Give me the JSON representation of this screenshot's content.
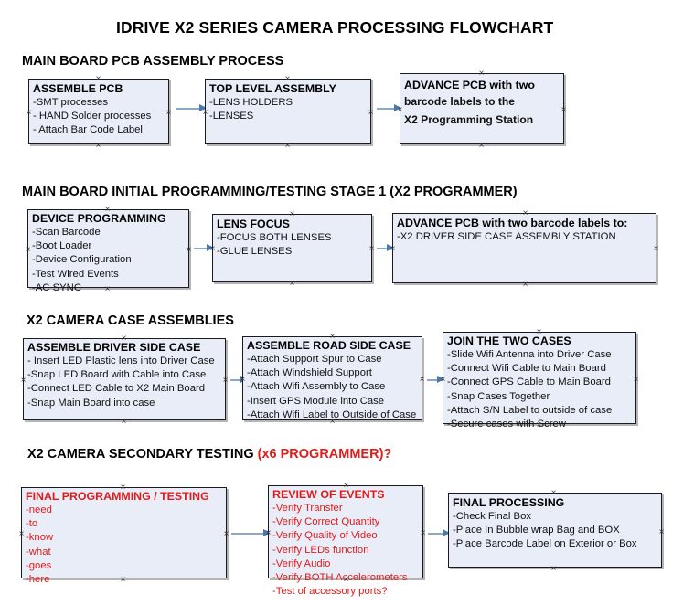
{
  "title": "IDRIVE X2  SERIES CAMERA PROCESSING FLOWCHART",
  "colors": {
    "box_fill": "#e8edf7",
    "box_border": "#1b1b1b",
    "arrow_line": "#8ca8c4",
    "arrow_head": "#4a77ad",
    "text": "#000000",
    "red_text": "#e01b1b"
  },
  "sections": [
    {
      "heading": "MAIN BOARD PCB ASSEMBLY PROCESS",
      "heading_suffix": "",
      "boxes": [
        {
          "title": "ASSEMBLE PCB",
          "lines": [
            "-SMT processes",
            "- HAND Solder processes",
            "- Attach Bar Code Label"
          ]
        },
        {
          "title": "TOP LEVEL ASSEMBLY",
          "lines": [
            "-LENS HOLDERS",
            "-LENSES"
          ]
        },
        {
          "title": "ADVANCE PCB with two",
          "lines": [
            "barcode labels to the",
            " X2 Programming Station"
          ]
        }
      ]
    },
    {
      "heading": "MAIN BOARD INITIAL PROGRAMMING/TESTING STAGE 1 (X2 PROGRAMMER)",
      "heading_suffix": "",
      "boxes": [
        {
          "title": "DEVICE PROGRAMMING",
          "lines": [
            "-Scan Barcode",
            "-Boot Loader",
            "-Device Configuration",
            "-Test Wired Events",
            "-AC SYNC"
          ]
        },
        {
          "title": "LENS FOCUS",
          "lines": [
            "-FOCUS BOTH LENSES",
            "-GLUE LENSES"
          ]
        },
        {
          "title": "ADVANCE PCB with two barcode labels to:",
          "lines": [
            "-X2 DRIVER  SIDE  CASE  ASSEMBLY STATION"
          ]
        }
      ]
    },
    {
      "heading": "X2 CAMERA CASE ASSEMBLIES",
      "heading_suffix": "",
      "boxes": [
        {
          "title": "ASSEMBLE DRIVER SIDE CASE",
          "lines": [
            "- Insert LED Plastic lens into Driver Case",
            "-Snap LED Board with Cable into Case",
            "-Connect LED Cable to X2 Main Board",
            "-Snap Main Board into case"
          ]
        },
        {
          "title": "ASSEMBLE ROAD SIDE CASE",
          "lines": [
            "-Attach Support Spur to Case",
            "-Attach Windshield Support",
            "-Attach Wifi Assembly to Case",
            "-Insert GPS Module into Case",
            "-Attach Wifi Label to Outside of Case"
          ]
        },
        {
          "title": "JOIN THE TWO CASES",
          "lines": [
            "-Slide Wifi Antenna into Driver Case",
            "-Connect Wifi Cable to Main Board",
            "-Connect GPS Cable to Main Board",
            "-Snap Cases Together",
            "-Attach S/N Label to outside of case",
            "-Secure cases with Screw"
          ]
        }
      ]
    },
    {
      "heading": "X2 CAMERA SECONDARY TESTING ",
      "heading_suffix": "(x6 PROGRAMMER)?",
      "boxes": [
        {
          "title": "FINAL PROGRAMMING / TESTING",
          "lines": [
            "-need",
            "-to",
            "-know",
            "-what",
            "-goes",
            "-here"
          ]
        },
        {
          "title": "REVIEW OF EVENTS",
          "lines": [
            "-Verify Transfer",
            "-Verify Correct Quantity",
            "-Verify Quality of Video",
            "-Verify LEDs function",
            "-Verify Audio",
            "-Verify BOTH Accelerometers",
            "-Test of accessory ports?"
          ]
        },
        {
          "title": "FINAL PROCESSING",
          "lines": [
            " -Check Final Box",
            "-Place In Bubble wrap Bag and BOX",
            "-Place Barcode Label on Exterior or Box"
          ]
        }
      ]
    }
  ]
}
